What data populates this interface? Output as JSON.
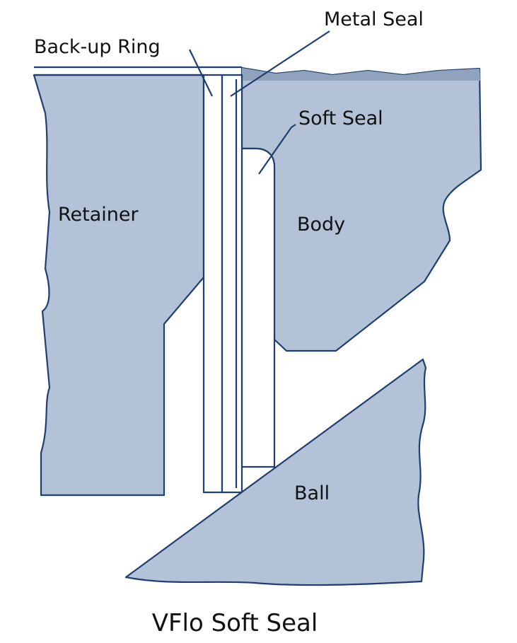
{
  "labels": {
    "back_up_ring": "Back-up Ring",
    "metal_seal": "Metal Seal",
    "soft_seal": "Soft Seal",
    "retainer": "Retainer",
    "body": "Body",
    "ball": "Ball"
  },
  "caption": "VFlo Soft Seal",
  "colors": {
    "part_fill": "#b3c2d6",
    "outline": "#1f3f73",
    "text": "#111111"
  }
}
